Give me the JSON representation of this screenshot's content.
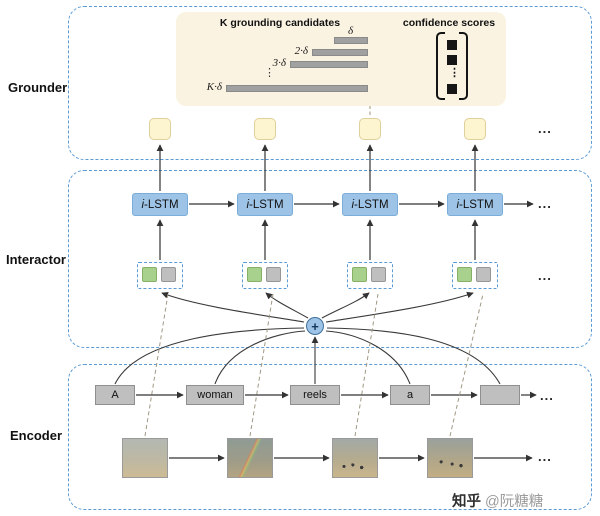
{
  "ellipsis": "...",
  "grounder": {
    "label": "Grounder",
    "panel": {
      "candidates_title": "K grounding candidates",
      "scores_title": "confidence scores",
      "bar1_label": "δ",
      "bar2_label": "2·δ",
      "bar3_label": "3·δ",
      "bark_label": "K·δ",
      "vdots": "⋮"
    }
  },
  "interactor": {
    "label": "Interactor",
    "lstm_prefix": "i",
    "lstm_suffix": "-LSTM",
    "plus_label": "+"
  },
  "encoder": {
    "label": "Encoder",
    "words": [
      "A",
      "woman",
      "reels",
      "a",
      ""
    ]
  },
  "watermark": {
    "brand": "知乎",
    "handle": "@阮糖糖"
  },
  "colors": {
    "section_border": "#5b9bd5",
    "lstm_fill": "#9dc3e6",
    "pair_green": "#a9d18e",
    "pair_gray": "#bfbfbf",
    "candidate_panel": "#faf3e2",
    "grounder_cell": "#fdf5d0",
    "bar_gray": "#a0a0a0"
  }
}
